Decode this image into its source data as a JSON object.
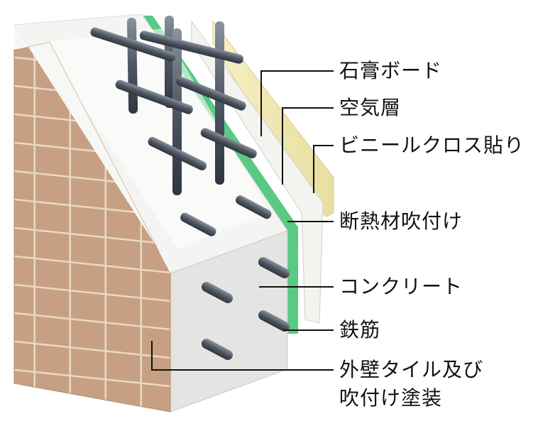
{
  "labels": {
    "gypsum_board": "石膏ボード",
    "air_layer": "空気層",
    "vinyl_cloth": "ビニールクロス貼り",
    "insulation": "断熱材吹付け",
    "concrete": "コンクリート",
    "rebar": "鉄筋",
    "exterior_line1": "外壁タイル及び",
    "exterior_line2": "吹付け塗装"
  },
  "colors": {
    "tile": "#c49a7c",
    "tile_joint": "#e8d8c8",
    "concrete": "#e6e6e6",
    "insulation": "#3cbf6e",
    "gypsum": "#f0f0ec",
    "vinyl": "#efe8b6",
    "rebar": "#5b6370",
    "leader": "#111111"
  }
}
